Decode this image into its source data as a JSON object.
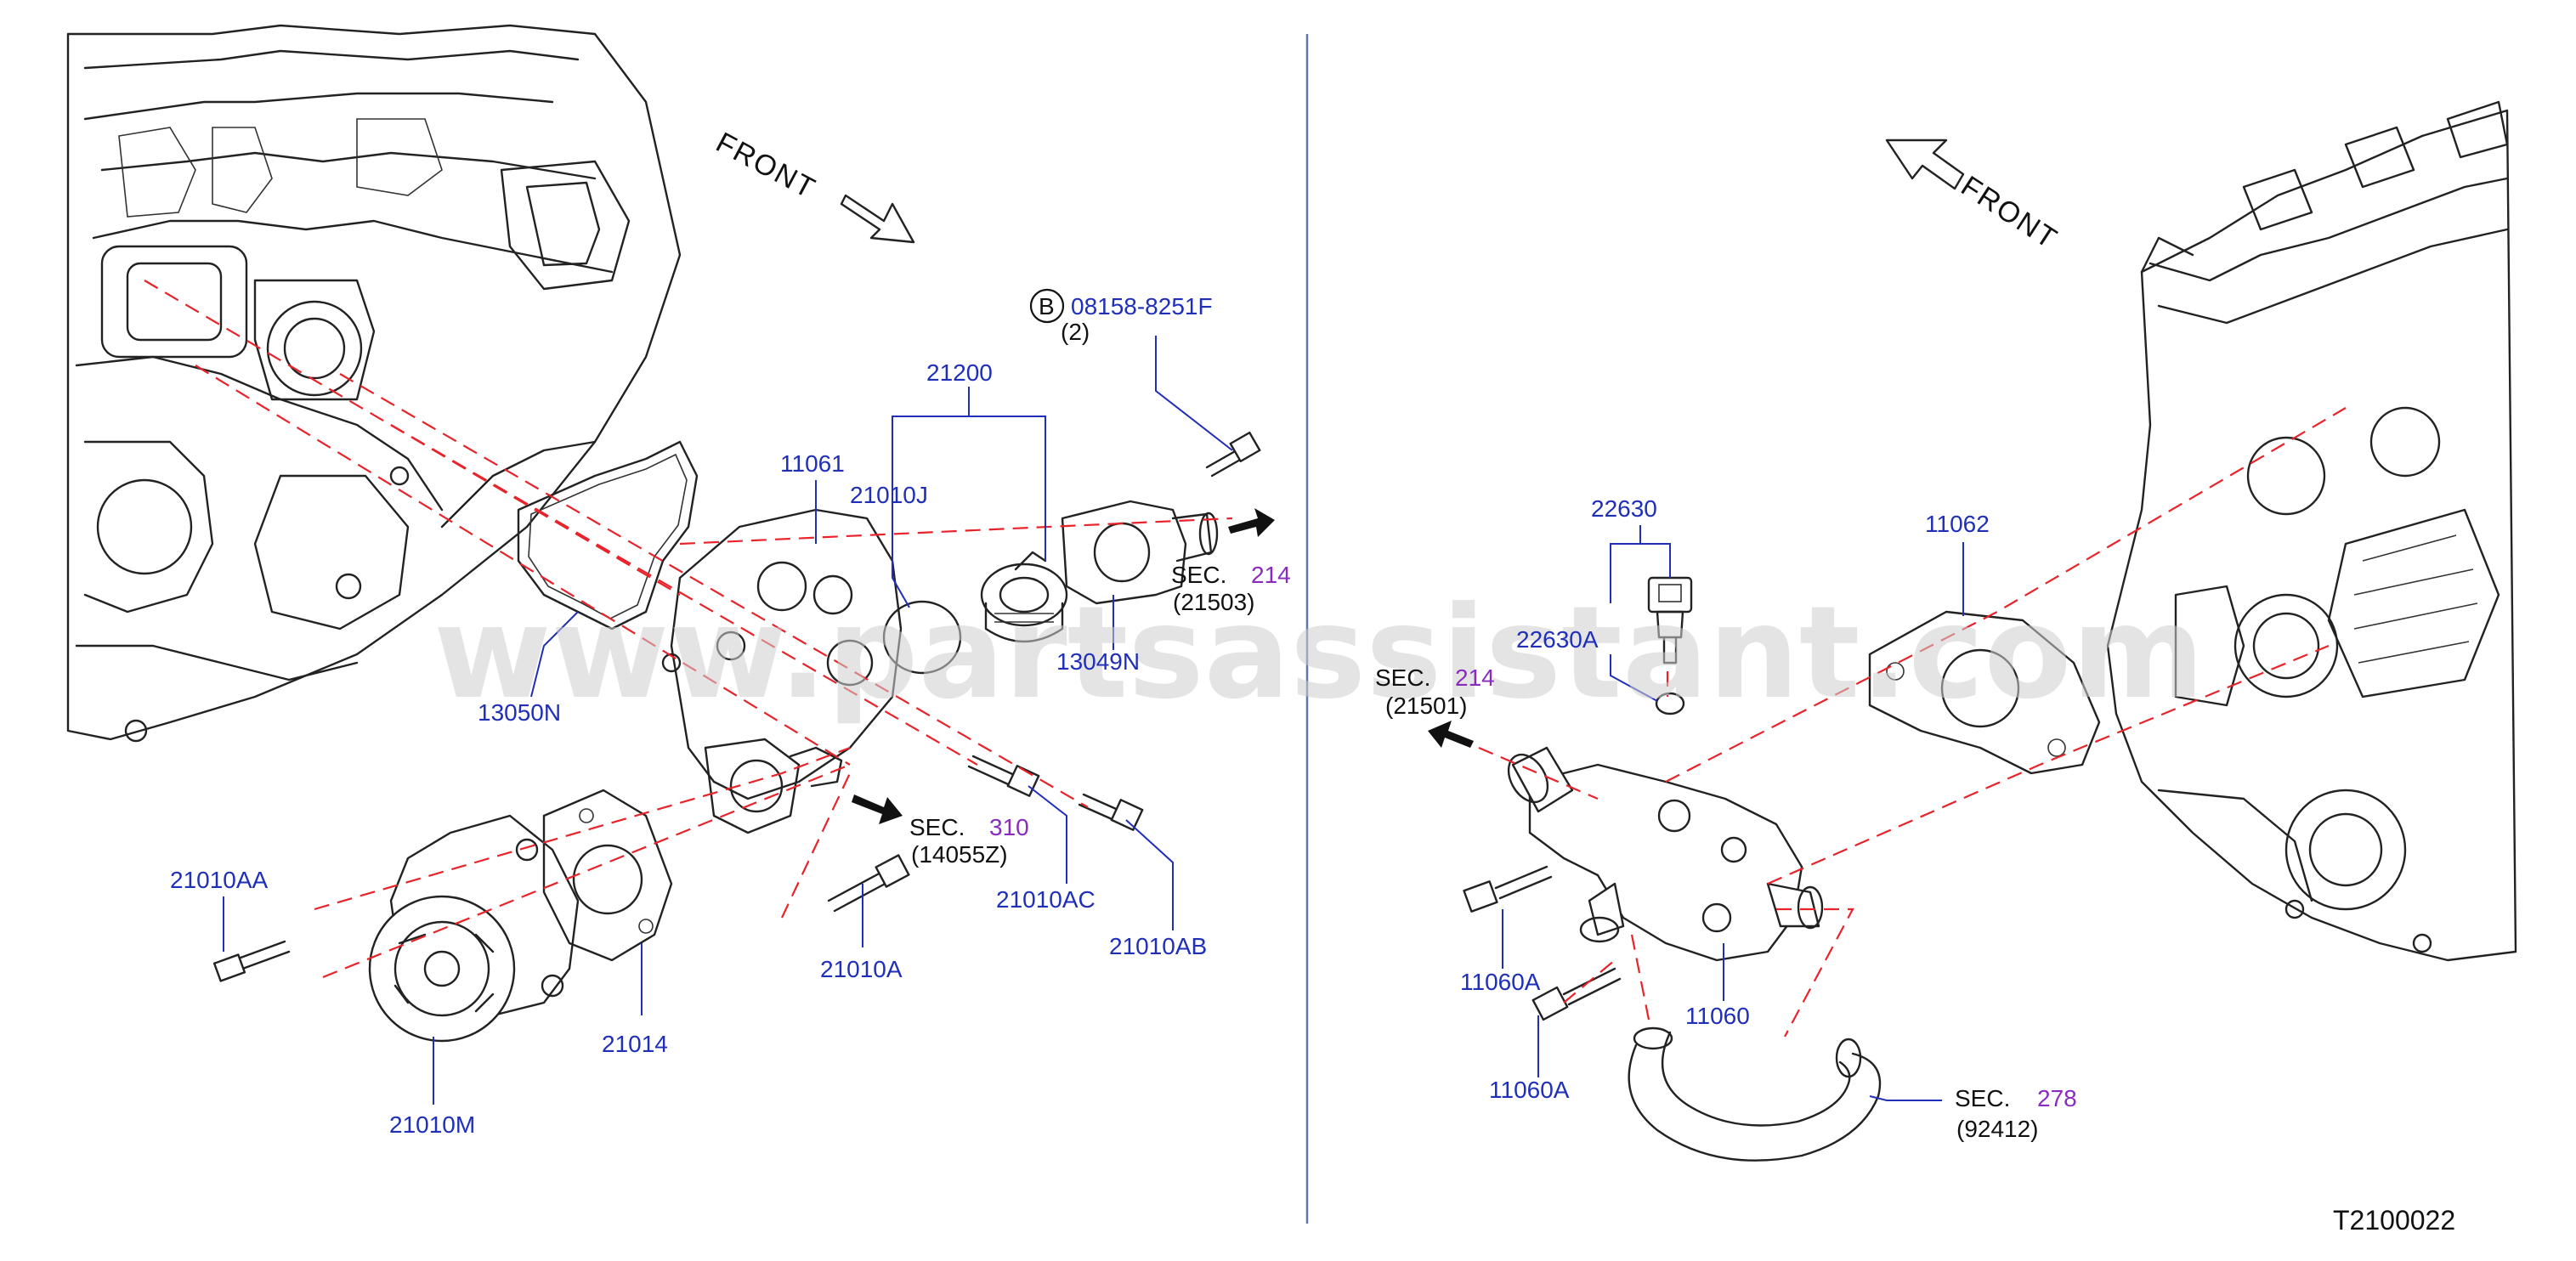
{
  "watermark": "www.partsassistant.com",
  "diagram_code": "T2100022",
  "front_left": "FRONT",
  "front_right": "FRONT",
  "callout_b": {
    "letter": "B",
    "part": "08158-8251F",
    "qty": "(2)"
  },
  "parts": {
    "p21200": "21200",
    "p11061": "11061",
    "p21010J": "21010J",
    "p13049N": "13049N",
    "p13050N": "13050N",
    "p21010AA": "21010AA",
    "p21010AC": "21010AC",
    "p21010AB": "21010AB",
    "p21010A": "21010A",
    "p21014": "21014",
    "p21010M": "21010M",
    "p22630": "22630",
    "p22630A": "22630A",
    "p11062": "11062",
    "p11060A_1": "11060A",
    "p11060A_2": "11060A",
    "p11060": "11060"
  },
  "sections": {
    "s1": {
      "prefix": "SEC.",
      "num": "214",
      "ref": "(21503)"
    },
    "s2": {
      "prefix": "SEC.",
      "num": "310",
      "ref": "(14055Z)"
    },
    "s3": {
      "prefix": "SEC.",
      "num": "214",
      "ref": "(21501)"
    },
    "s4": {
      "prefix": "SEC.",
      "num": "278",
      "ref": "(92412)"
    }
  }
}
